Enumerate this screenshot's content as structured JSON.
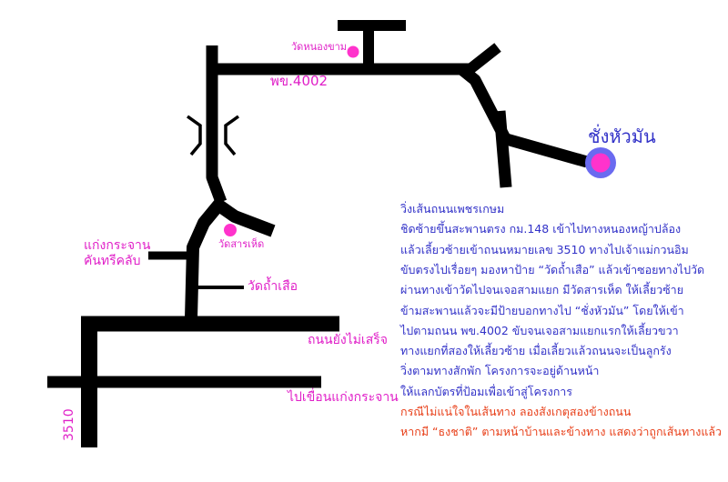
{
  "labels": {
    "wat_nong_khan": "วัดหนองขาม",
    "road_4002": "พข.4002",
    "destination": "ชั่งหัวมัน",
    "wat_san_het": "วัดสารเห็ด",
    "kaeng_krachan_khanthi": "แก่งกระจาน\nคันทรีคลับ",
    "wat_tham_suea": "วัดถ้ำเสือ",
    "road_unfinished": "ถนนยังไม่เสร็จ",
    "to_dam": "ไปเขื่อนแก่งกระจาน",
    "road_3510": "3510"
  },
  "directions": [
    {
      "text": "วิ่งเส้นถนนเพชรเกษม",
      "color": "blue"
    },
    {
      "text": "ชิดซ้ายขึ้นสะพานตรง กม.148 เข้าไปทางหนองหญ้าปล้อง",
      "color": "blue"
    },
    {
      "text": "แล้วเลี้ยวซ้ายเข้าถนนหมายเลข 3510 ทางไปเจ้าแม่กวนอิม",
      "color": "blue"
    },
    {
      "text": "ขับตรงไปเรื่อยๆ มองหาป้าย “วัดถ้ำเสือ” แล้วเข้าซอยทางไปวัด",
      "color": "blue"
    },
    {
      "text": "ผ่านทางเข้าวัดไปจนเจอสามแยก มีวัดสารเห็ด ให้เลี้ยวซ้าย",
      "color": "blue"
    },
    {
      "text": "ข้ามสะพานแล้วจะมีป้ายบอกทางไป “ชั่งหัวมัน” โดยให้เข้า",
      "color": "blue"
    },
    {
      "text": "ไปตามถนน พข.4002 ขับจนเจอสามแยกแรกให้เลี้ยวขวา",
      "color": "blue"
    },
    {
      "text": "ทางแยกที่สองให้เลี้ยวซ้าย เมื่อเลี้ยวแล้วถนนจะเป็นลูกรัง",
      "color": "blue"
    },
    {
      "text": "วิ่งตามทางสักพัก โครงการจะอยู่ด้านหน้า",
      "color": "blue"
    },
    {
      "text": "ให้แลกบัตรที่ป้อมเพื่อเข้าสู่โครงการ",
      "color": "blue"
    },
    {
      "text": "กรณีไม่แน่ใจในเส้นทาง ลองสังเกตุสองข้างถนน",
      "color": "red"
    },
    {
      "text": "หากมี “ธงชาติ” ตามหน้าบ้านและข้างทาง แสดงว่าถูกเส้นทางแล้ว",
      "color": "red"
    }
  ],
  "colors": {
    "road": "#000000",
    "poi": "#ff33cc",
    "destination_ring": "#6a6af0",
    "label_magenta": "#e020c8",
    "text_blue": "#3232c8",
    "text_red": "#e8401a"
  },
  "icons": {
    "bridge": "bridge-icon"
  }
}
